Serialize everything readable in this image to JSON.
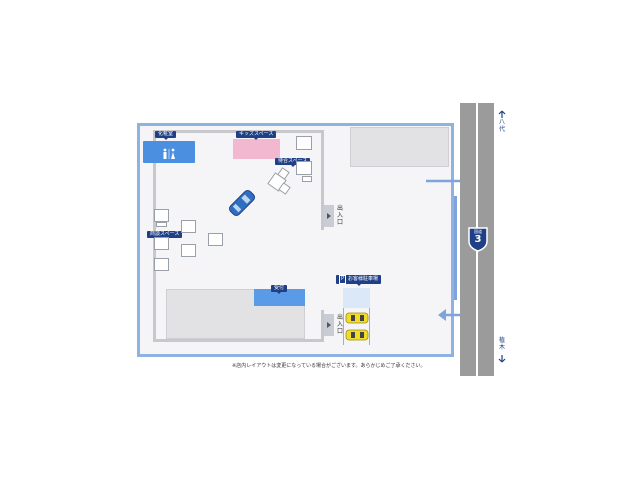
{
  "rooms": {
    "restroom": "化粧室",
    "kids_space": "キッズスペース",
    "waiting_space": "待合スペース",
    "meeting_space": "商談スペース",
    "reception": "受付",
    "parking": "お客様駐車場"
  },
  "parking_icon": "P",
  "entrance_label": "出入口",
  "route": {
    "type": "国道",
    "number": "3"
  },
  "directions": {
    "north": "八代",
    "south": "植木"
  },
  "note": "※店内レイアウトは変更になっている場合がございます。あらかじめご了承ください。",
  "icons": [
    "restroom-icon",
    "car-icon",
    "arrow-up-icon",
    "arrow-down-icon",
    "route-sign-icon"
  ],
  "colors": {
    "tag": "#1f3f86",
    "outline": "#8fb2e0",
    "restroom_fill": "#4a8fe0",
    "kids_fill": "#f2b8cf",
    "reception_fill": "#5a9ae6",
    "parking_fill": "#dbe8f7",
    "road": "#9b9b9b",
    "car_yellow": "#f2dc2a",
    "car_blue": "#2f6fc0"
  }
}
